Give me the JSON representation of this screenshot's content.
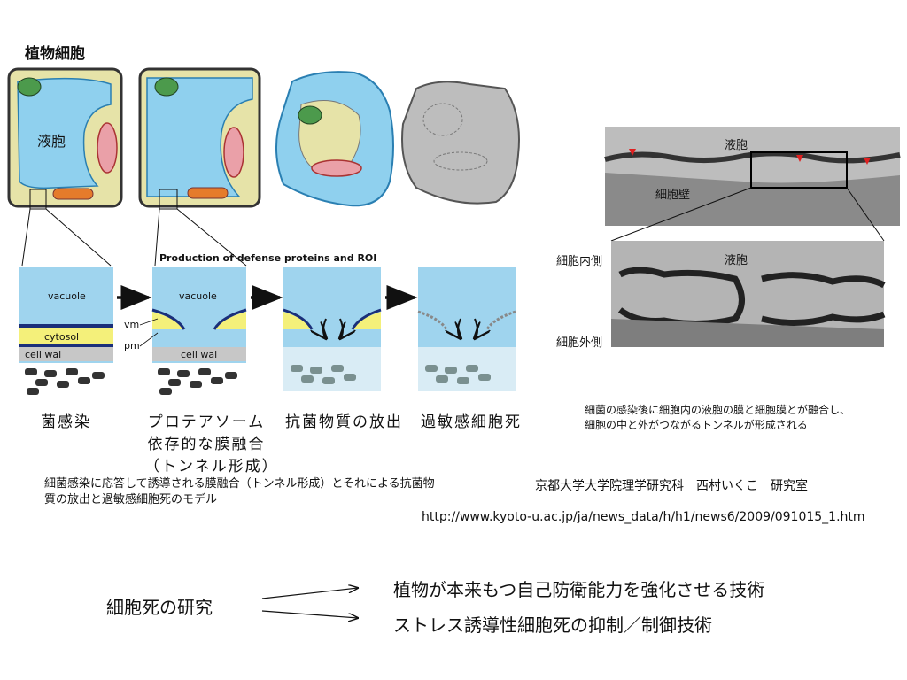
{
  "figure": {
    "plant_cell_title": "植物細胞",
    "vacuole_jp": "液胞",
    "defense_title": "Production of defense proteins and ROI",
    "layer_vacuole": "vacuole",
    "layer_cytosol": "cytosol",
    "layer_cellwall": "cell wal",
    "label_vm": "vm",
    "label_pm": "pm",
    "stages": [
      {
        "line1": "菌感染"
      },
      {
        "line1": "プロテアソーム",
        "line2": "依存的な膜融合",
        "line3": "（トンネル形成）"
      },
      {
        "line1": "抗菌物質の放出"
      },
      {
        "line1": "過敏感細胞死"
      }
    ]
  },
  "micrograph": {
    "top_vacuole": "液胞",
    "top_cellwall": "細胞壁",
    "inner_side": "細胞内側",
    "outer_side": "細胞外側",
    "bottom_vacuole": "液胞",
    "caption_line1": "細菌の感染後に細胞内の液胞の膜と細胞膜とが融合し、",
    "caption_line2": "細胞の中と外がつながるトンネルが形成される"
  },
  "caption": {
    "model_line1": "細菌感染に応答して誘導される膜融合（トンネル形成）とそれによる抗菌物",
    "model_line2": "質の放出と過敏感細胞死のモデル",
    "lab": "京都大学大学院理学研究科　西村いくこ　研究室",
    "url": "http://www.kyoto-u.ac.jp/ja/news_data/h/h1/news6/2009/091015_1.htm"
  },
  "research": {
    "topic": "細胞死の研究",
    "goal1": "植物が本来もつ自己防衛能力を強化させる技術",
    "goal2": "ストレス誘導性細胞死の抑制／制御技術"
  }
}
